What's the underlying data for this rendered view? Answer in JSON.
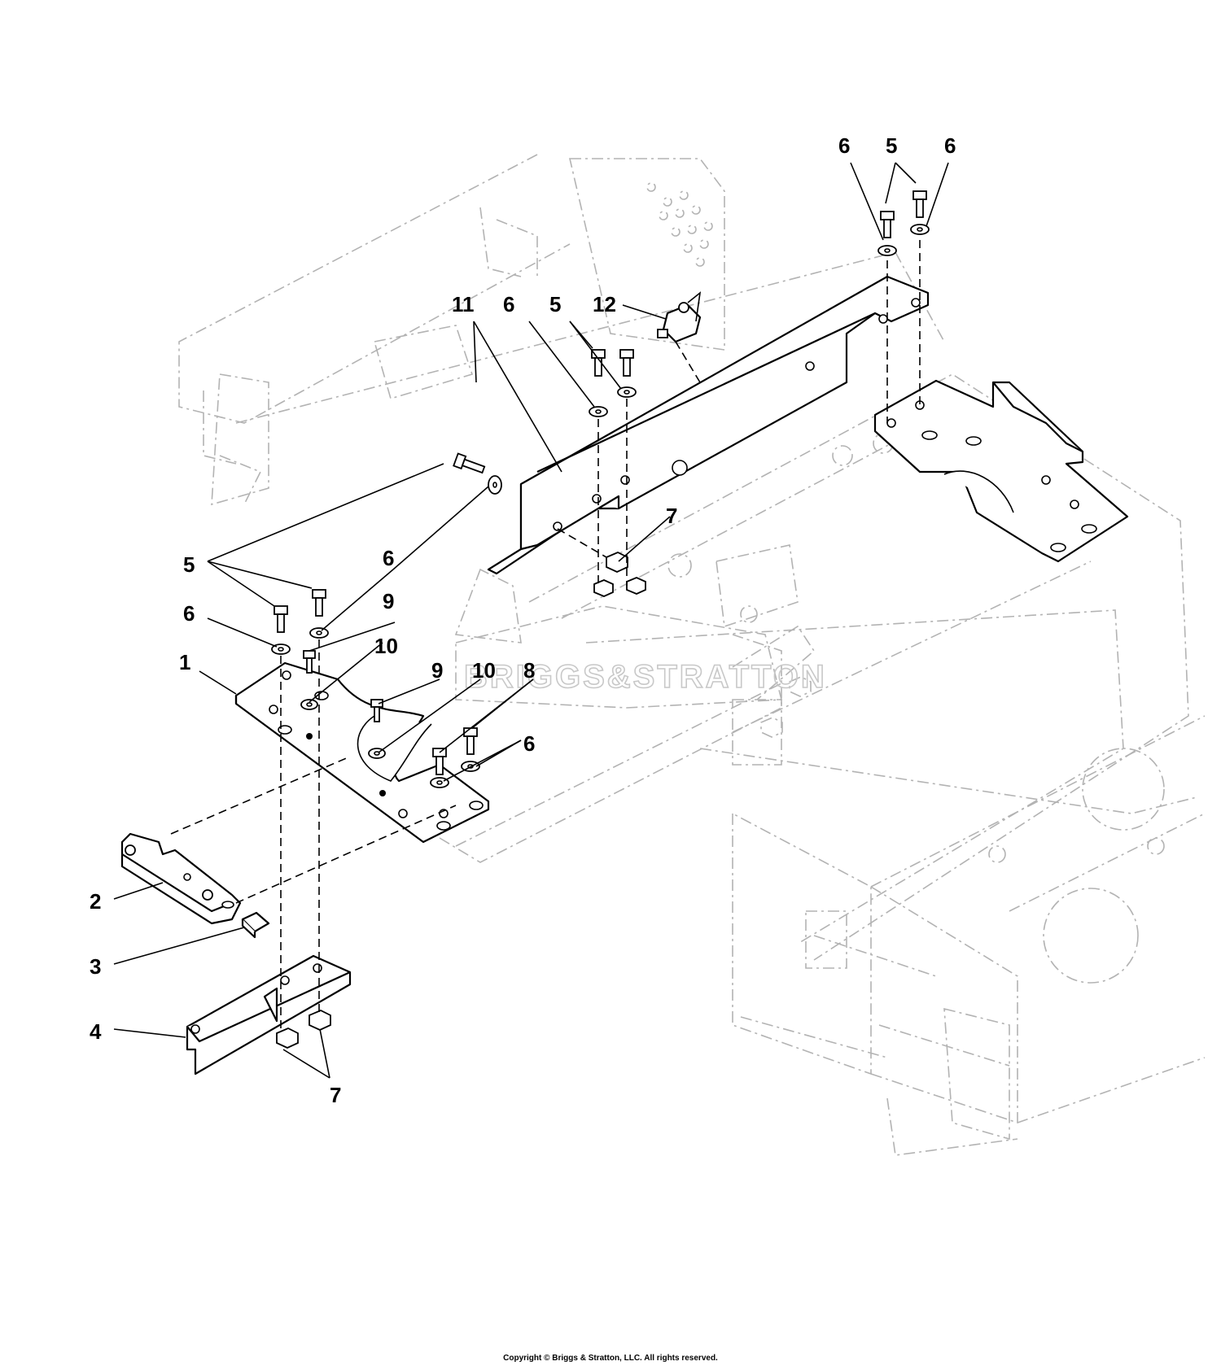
{
  "callouts": [
    {
      "label": "1"
    },
    {
      "label": "2"
    },
    {
      "label": "3"
    },
    {
      "label": "4"
    },
    {
      "label": "5"
    },
    {
      "label": "5"
    },
    {
      "label": "5"
    },
    {
      "label": "5"
    },
    {
      "label": "5"
    },
    {
      "label": "6"
    },
    {
      "label": "6"
    },
    {
      "label": "6"
    },
    {
      "label": "6"
    },
    {
      "label": "6"
    },
    {
      "label": "6"
    },
    {
      "label": "7"
    },
    {
      "label": "7"
    },
    {
      "label": "8"
    },
    {
      "label": "9"
    },
    {
      "label": "9"
    },
    {
      "label": "10"
    },
    {
      "label": "10"
    },
    {
      "label": "11"
    },
    {
      "label": "12"
    }
  ],
  "watermark": {
    "text": "BRIGGS&STRATTON"
  },
  "footer": {
    "copyright": "Copyright © Briggs & Stratton, LLC. All rights reserved."
  },
  "colors": {
    "parts": "#000000",
    "phantom": "#b3b3b3",
    "background": "#ffffff"
  }
}
